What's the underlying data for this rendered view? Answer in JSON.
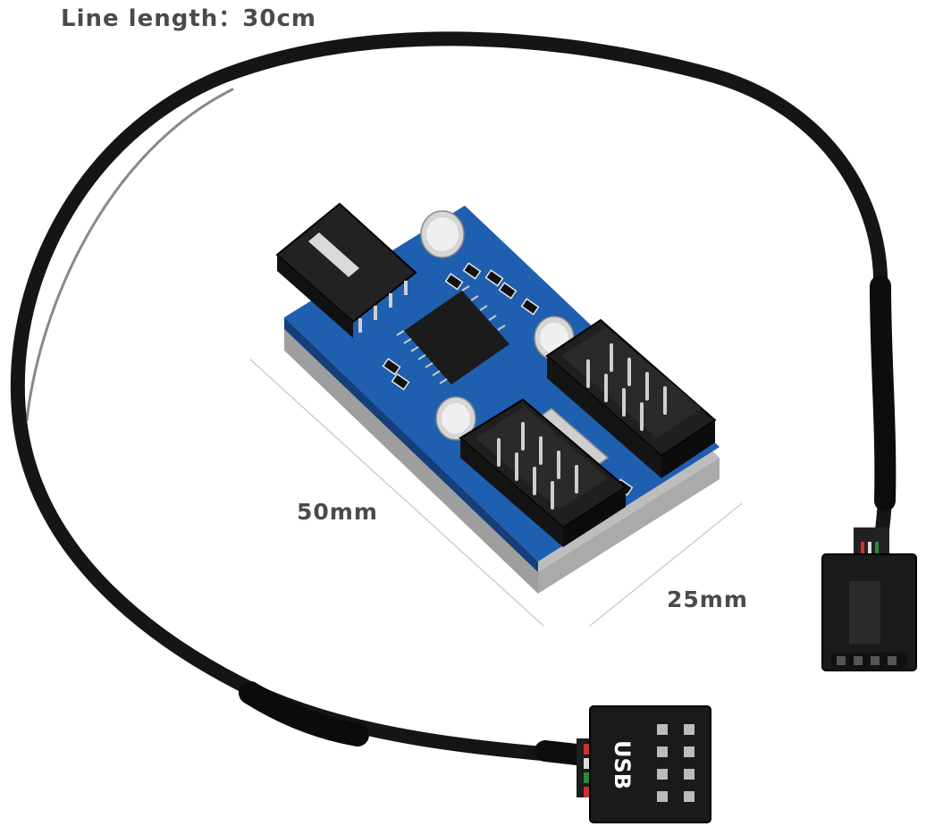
{
  "caption": {
    "line_length": "Line length：30cm"
  },
  "dimensions": {
    "length": "50mm",
    "width": "25mm"
  },
  "connector": {
    "usb_label": "USB"
  },
  "colors": {
    "background": "#ffffff",
    "cable": "#151515",
    "pcb": "#1f5fb0",
    "header": "#1c1c1c",
    "label_text": "#4a4a4a"
  }
}
